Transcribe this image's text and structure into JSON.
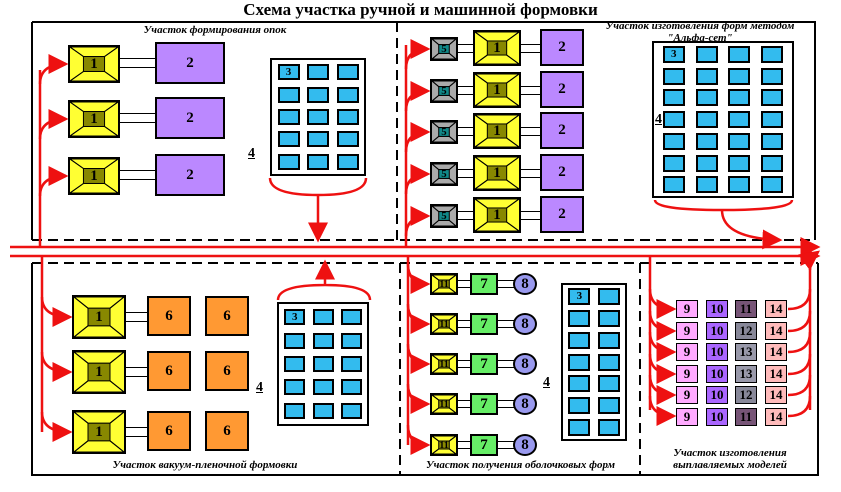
{
  "title": "Схема участка ручной и машинной формовки",
  "sections": {
    "flask_forming": {
      "label": "Участок формирования опок",
      "machine_label": "1",
      "unit_label": "2"
    },
    "alpha_set": {
      "label": "Участок изготовления форм методом \"Альфа-сет\"",
      "aux_label": "5",
      "machine_label": "1",
      "unit_label": "2"
    },
    "vacuum_film": {
      "label": "Участок вакуум-пленочной формовки",
      "machine_label": "1",
      "unit_label": "6"
    },
    "shell_forms": {
      "label": "Участок получения оболочковых форм",
      "machine_label": "11",
      "unit_label": "7",
      "circle_label": "8"
    },
    "investment_models": {
      "label": "Участок изготовления выплавляемых моделей",
      "rows": [
        [
          "9",
          "10",
          "11",
          "14"
        ],
        [
          "9",
          "10",
          "12",
          "14"
        ],
        [
          "9",
          "10",
          "13",
          "14"
        ],
        [
          "9",
          "10",
          "13",
          "14"
        ],
        [
          "9",
          "10",
          "12",
          "14"
        ],
        [
          "9",
          "10",
          "11",
          "14"
        ]
      ]
    }
  },
  "storage": {
    "label": "4",
    "cell_label": "3"
  },
  "colors": {
    "flow": "#ee1111",
    "machine": "#ffff33",
    "machine_core": "#888800",
    "unit2": "#bb88ff",
    "unit6": "#ff9933",
    "unit7": "#66ee66",
    "unit8": "#9999ee",
    "cell": "#33bbee",
    "aux": "#aaaaaa",
    "c9": "#ffaaff",
    "c10": "#aa66ff",
    "c11": "#775577",
    "c12": "#888899",
    "c13": "#9999aa",
    "c14": "#ffbbbb"
  }
}
